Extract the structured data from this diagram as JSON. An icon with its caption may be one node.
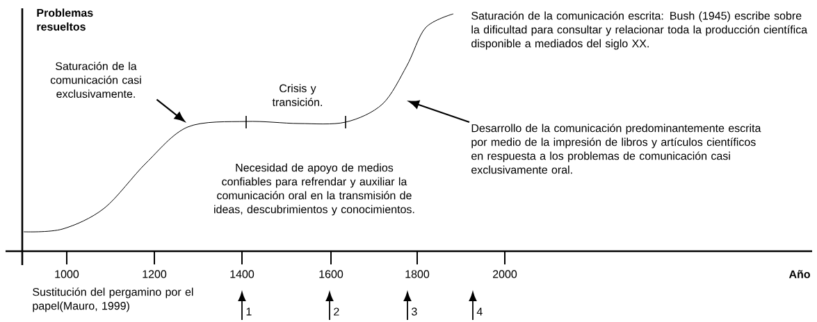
{
  "diagram": {
    "nodes": [
      {
        "text": [
          "Saturación de la comunicación casi exclusivamente."
        ]
      },
      {
        "text": [
          "Desarrollo de la comunicación predominantemente escrita por medio de la impresión de libros y artículos científicos en respuesta a los problemas de comunicación casi exclusivamente oral."
        ]
      }
    ],
    "edges": [
      {
        "from": 0,
        "to": null,
        "arrow": "to"
      },
      {
        "from": 1,
        "to": null,
        "arrow": "to"
      }
    ],
    "labels": [
      "Problemas resueltos",
      "Saturación de la comunicación escrita: Bush (1945) escribe sobre la dificultad para consultar y relacionar toda la producción científica disponible a mediados del siglo XX.",
      "Crisis y transición.",
      "Necesidad de apoyo de medios confiables para refrendar y auxiliar la comunicación oral en la transmisión de ideas, descubrimientos y conocimientos.",
      "1000",
      "1200",
      "1400",
      "1600",
      "1800",
      "2000",
      "Año",
      "Sustitución del pergamino por el papel(Mauro, 1999)",
      "1",
      "2",
      "3",
      "4"
    ]
  }
}
